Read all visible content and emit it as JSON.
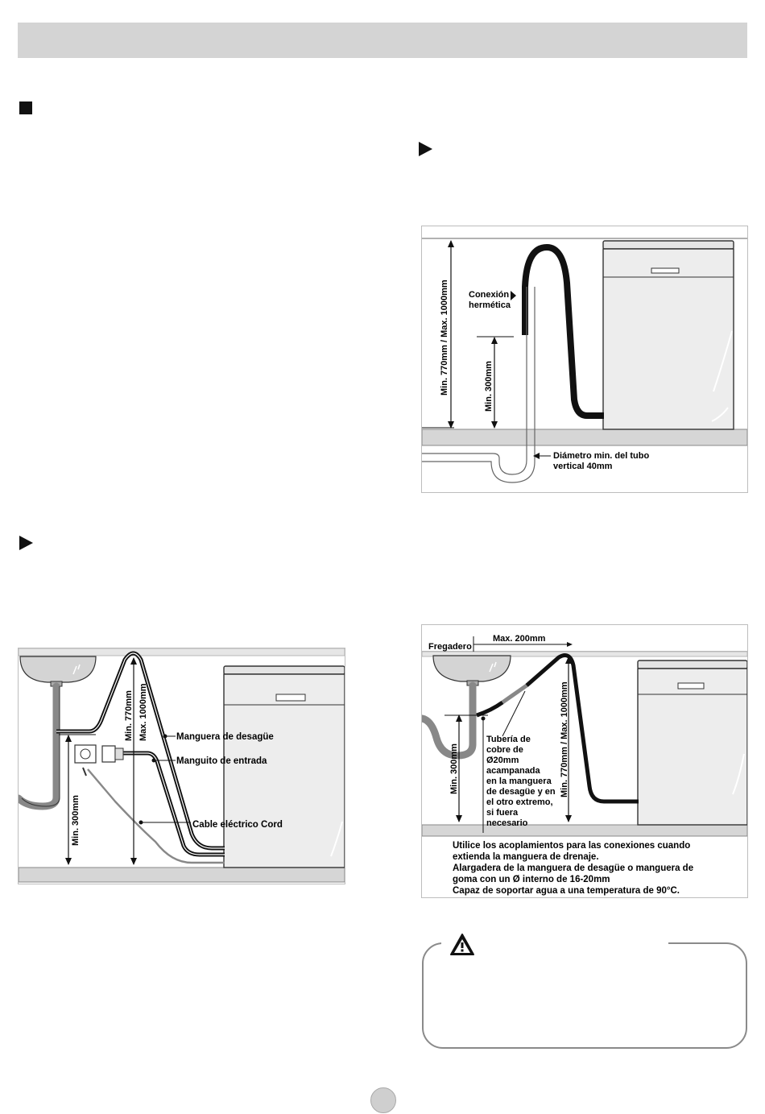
{
  "figure_top_right": {
    "seal_label": "Conexión hermética",
    "seal_line1": "Conexión",
    "seal_line2": "hermética",
    "height_range": "Min. 770mm / Max. 1000mm",
    "min_height": "Min. 300mm",
    "pipe_diameter_line1": "Diámetro min. del tubo",
    "pipe_diameter_line2": "vertical 40mm"
  },
  "figure_bottom_left": {
    "min_770": "Min. 770mm",
    "max_1000": "Max. 1000mm",
    "min_300": "Min. 300mm",
    "drain_hose": "Manguera de desagüe",
    "inlet_hose": "Manguito de entrada",
    "power_cord": "Cable eléctrico Cord"
  },
  "figure_bottom_right": {
    "sink": "Fregadero",
    "max_200": "Max. 200mm",
    "min_300": "Min. 300mm",
    "height_range": "Min. 770mm / Max. 1000mm",
    "copper_pipe_lines": [
      "Tubería de",
      "cobre de",
      "Ø20mm",
      "acampanada",
      "en la manguera",
      "de desagüe y en",
      "el otro extremo,",
      "si fuera",
      "necesario"
    ],
    "note_lines": [
      "Utilice los acoplamientos para las conexiones cuando",
      "extienda la manguera de drenaje.",
      "Alargadera de la manguera de desagüe o manguera de",
      "goma con un Ø interno de 16-20mm",
      "Capaz de soportar agua a una temperatura de 90°C."
    ]
  }
}
